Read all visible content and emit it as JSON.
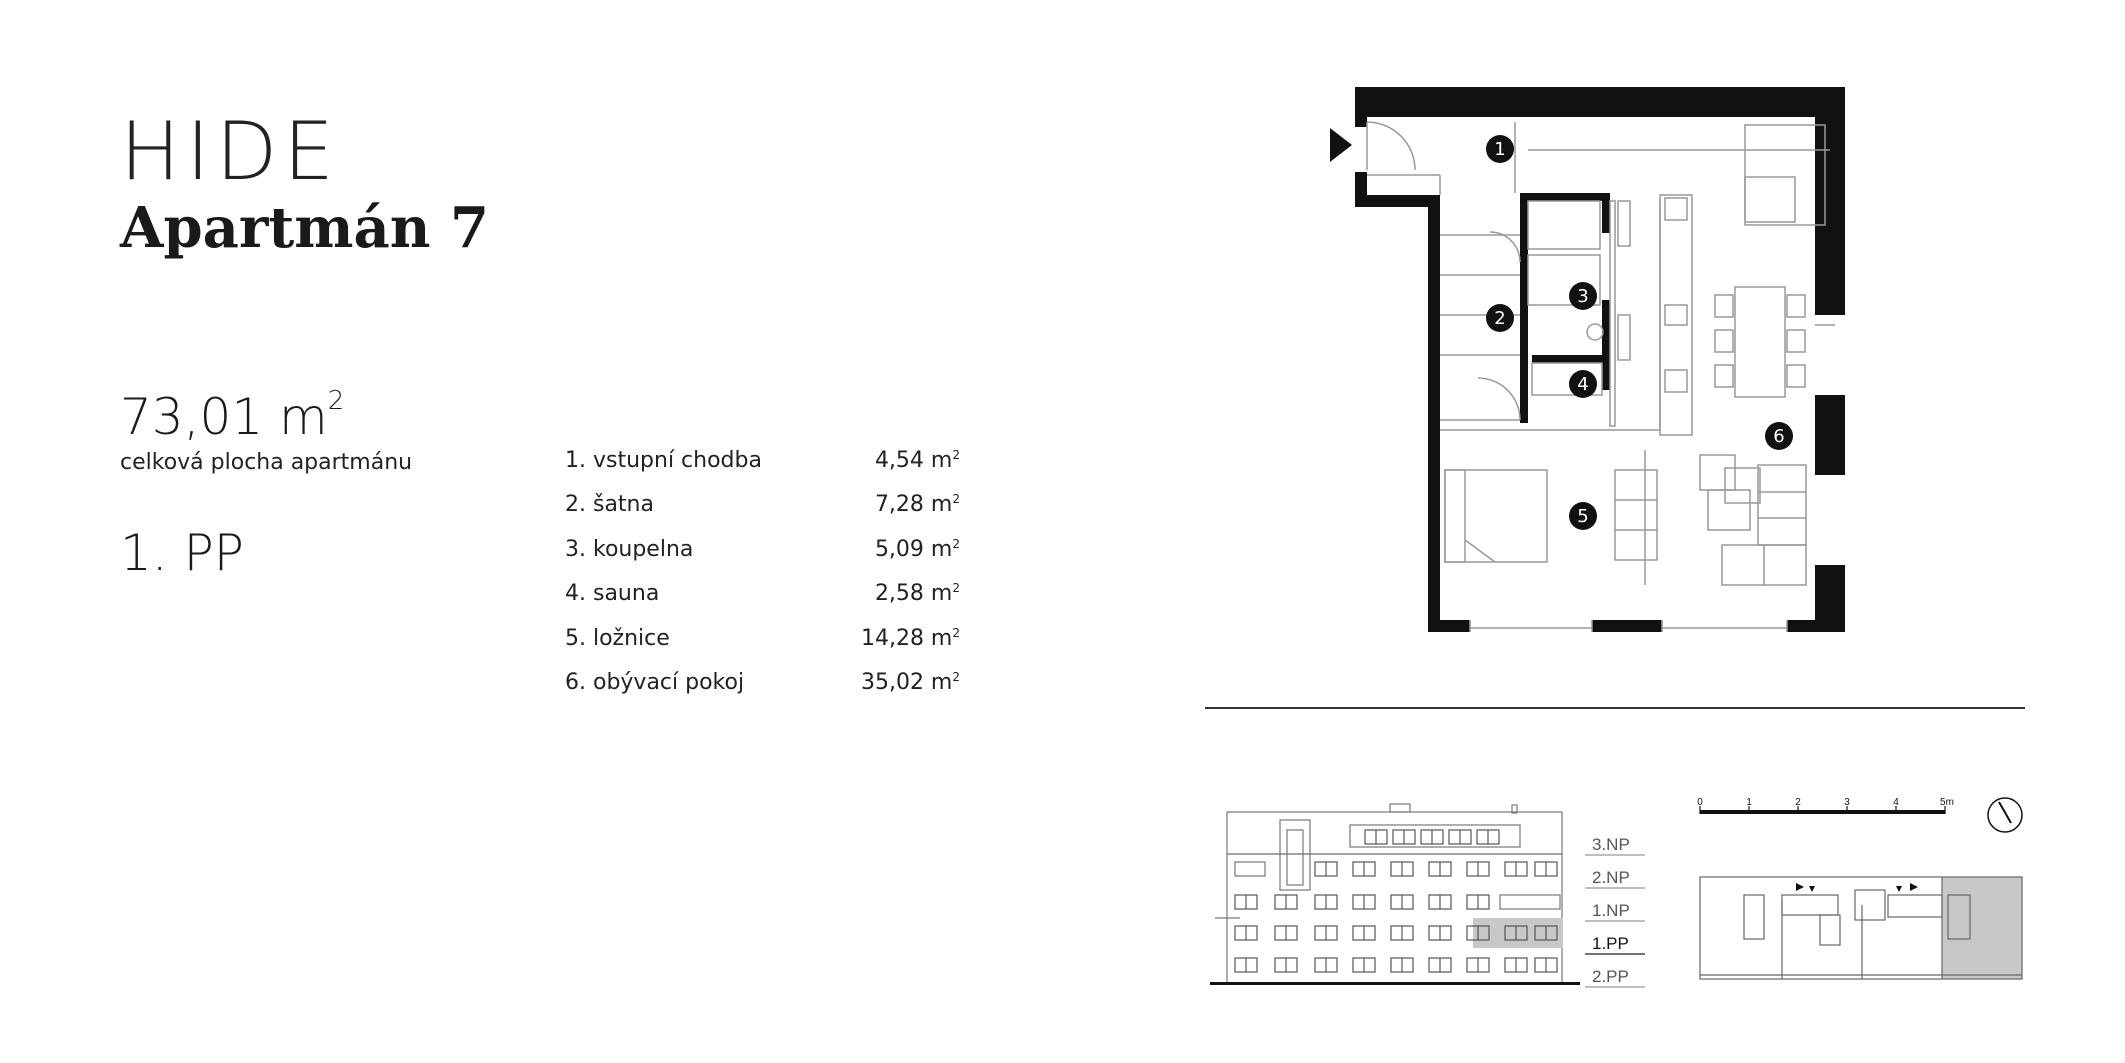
{
  "header": {
    "brand": "HIDE",
    "apartment": "Apartmán 7"
  },
  "summary": {
    "area_value": "73,01 m",
    "area_exp": "2",
    "area_label": "celková plocha apartmánu",
    "floor": "1. PP"
  },
  "rooms": [
    {
      "name": "1. vstupní chodba",
      "size": "4,54 m",
      "exp": "2"
    },
    {
      "name": "2. šatna",
      "size": "7,28 m",
      "exp": "2"
    },
    {
      "name": "3. koupelna",
      "size": "5,09 m",
      "exp": "2"
    },
    {
      "name": "4. sauna",
      "size": "2,58 m",
      "exp": "2"
    },
    {
      "name": "5. ložnice",
      "size": "14,28 m",
      "exp": "2"
    },
    {
      "name": "6. obývací pokoj",
      "size": "35,02 m",
      "exp": "2"
    }
  ],
  "floorplan": {
    "room_labels": [
      "1",
      "2",
      "3",
      "4",
      "5",
      "6"
    ]
  },
  "elevation": {
    "levels": [
      "3.NP",
      "2.NP",
      "1.NP",
      "1.PP",
      "2.PP"
    ],
    "active_level": "1.PP"
  },
  "scale_bar": {
    "ticks": [
      "0",
      "1",
      "2",
      "3",
      "4",
      "5m"
    ]
  },
  "colors": {
    "wall": "#111111",
    "highlight": "#c8c8c8",
    "line": "#999999"
  }
}
